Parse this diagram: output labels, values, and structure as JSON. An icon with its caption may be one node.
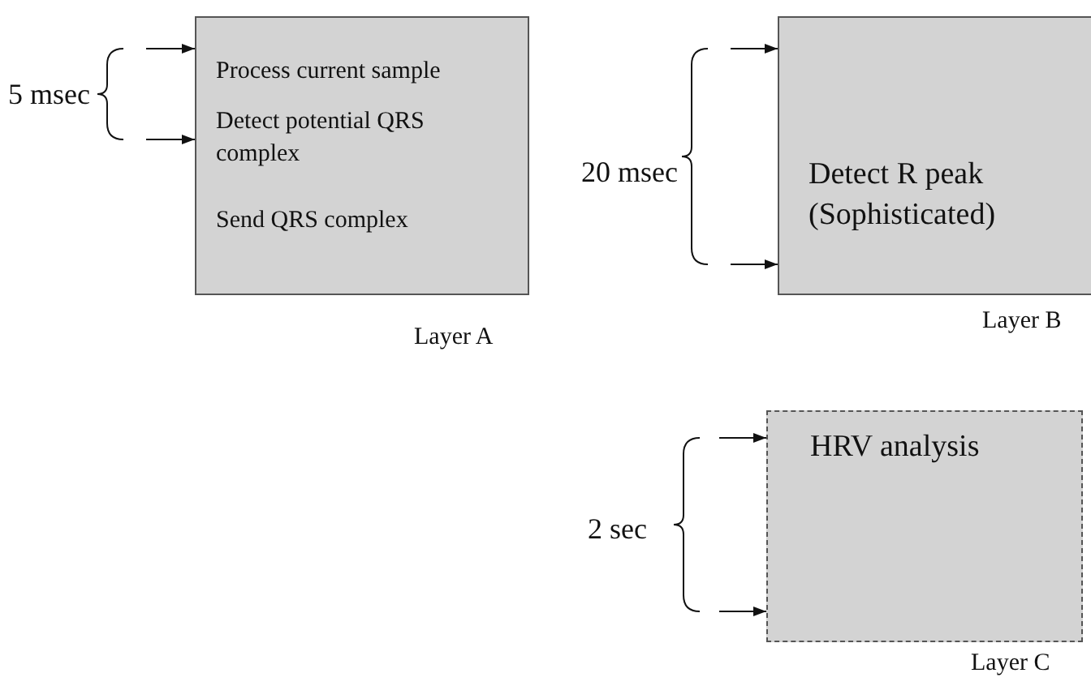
{
  "diagram": {
    "nodes": [
      {
        "text": [
          "Process current sample",
          "Detect potential QRS complex",
          "Send QRS complex"
        ],
        "beside": [
          "Layer A"
        ]
      },
      {
        "text": [
          "Detect R peak (Sophisticated)"
        ],
        "beside": [
          "Layer B"
        ]
      },
      {
        "text": [
          "HRV analysis"
        ],
        "beside": [
          "Layer C"
        ]
      }
    ],
    "edges": [
      {
        "from": null,
        "to": 0,
        "arrow": "to"
      },
      {
        "from": null,
        "to": 0,
        "arrow": "to"
      },
      {
        "from": null,
        "to": 1,
        "arrow": "to"
      },
      {
        "from": null,
        "to": 1,
        "arrow": "to"
      },
      {
        "from": null,
        "to": 2,
        "arrow": "to"
      },
      {
        "from": null,
        "to": 2,
        "arrow": "to"
      }
    ],
    "labels": [
      "5 msec",
      "20 msec",
      "2 sec"
    ]
  }
}
